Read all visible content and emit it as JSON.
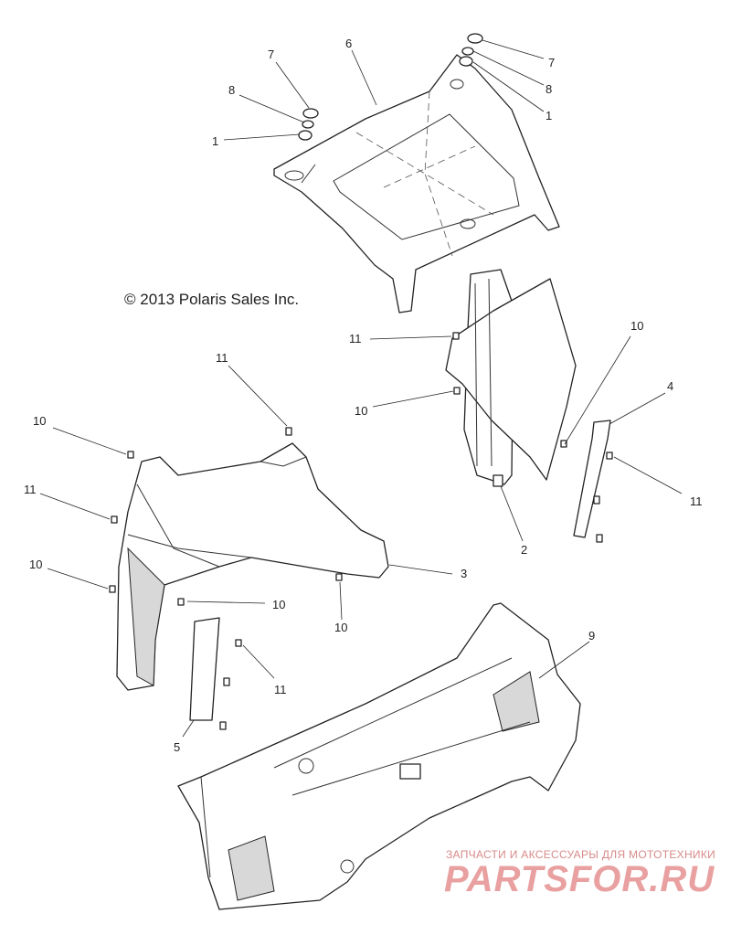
{
  "copyright": "© 2013 Polaris Sales Inc.",
  "watermark": {
    "tagline": "ЗАПЧАСТИ И АКСЕССУАРЫ ДЛЯ МОТОТЕХНИКИ",
    "brand": "PARTSFOR.RU"
  },
  "callouts": [
    {
      "id": "c7a",
      "label": "7"
    },
    {
      "id": "c6",
      "label": "6"
    },
    {
      "id": "c7b",
      "label": "7"
    },
    {
      "id": "c8a",
      "label": "8"
    },
    {
      "id": "c8b",
      "label": "8"
    },
    {
      "id": "c1a",
      "label": "1"
    },
    {
      "id": "c1b",
      "label": "1"
    },
    {
      "id": "c11a",
      "label": "11"
    },
    {
      "id": "c11b",
      "label": "11"
    },
    {
      "id": "c10a",
      "label": "10"
    },
    {
      "id": "c10b",
      "label": "10"
    },
    {
      "id": "c4",
      "label": "4"
    },
    {
      "id": "c10c",
      "label": "10"
    },
    {
      "id": "c11c",
      "label": "11"
    },
    {
      "id": "c2",
      "label": "2"
    },
    {
      "id": "c11d",
      "label": "11"
    },
    {
      "id": "c3",
      "label": "3"
    },
    {
      "id": "c10d",
      "label": "10"
    },
    {
      "id": "c10e",
      "label": "10"
    },
    {
      "id": "c10f",
      "label": "10"
    },
    {
      "id": "c9",
      "label": "9"
    },
    {
      "id": "c11e",
      "label": "11"
    },
    {
      "id": "c5",
      "label": "5"
    }
  ]
}
